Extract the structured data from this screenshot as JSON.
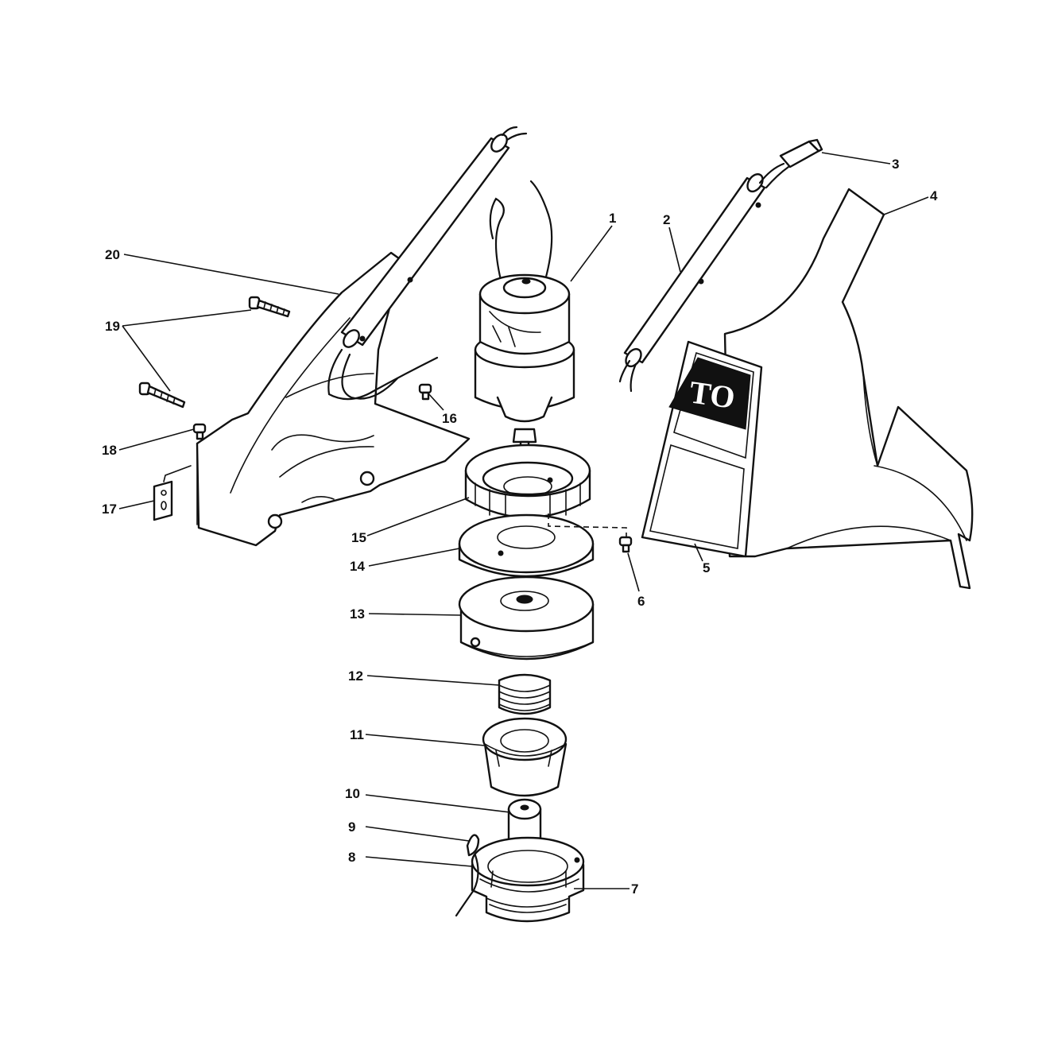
{
  "callouts": {
    "c1": "1",
    "c2": "2",
    "c3": "3",
    "c4": "4",
    "c5": "5",
    "c6": "6",
    "c7": "7",
    "c8": "8",
    "c9": "9",
    "c10": "10",
    "c11": "11",
    "c12": "12",
    "c13": "13",
    "c14": "14",
    "c15": "15",
    "c16": "16",
    "c17": "17",
    "c18": "18",
    "c19": "19",
    "c20": "20"
  },
  "decal_logo": "TO",
  "colors": {
    "line": "#111111",
    "paper": "#ffffff"
  }
}
